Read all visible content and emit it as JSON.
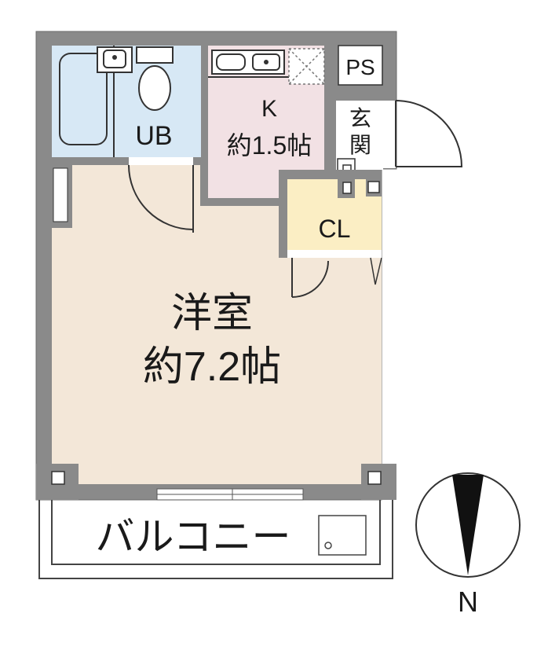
{
  "rooms": {
    "ub": {
      "label": "UB"
    },
    "kitchen": {
      "label": "K",
      "size": "約1.5帖"
    },
    "ps": {
      "label": "PS"
    },
    "entrance": {
      "label_top": "玄",
      "label_bottom": "関"
    },
    "closet": {
      "label": "CL"
    },
    "western": {
      "label": "洋室",
      "size": "約7.2帖"
    },
    "balcony": {
      "label": "バルコニー"
    }
  },
  "compass": {
    "label": "N"
  },
  "colors": {
    "wall": "#8a8a8a",
    "wet_area": "#d7e8f5",
    "kitchen": "#f2e1e4",
    "closet": "#fbeec4",
    "western": "#f3e7d8",
    "line": "#222222"
  }
}
